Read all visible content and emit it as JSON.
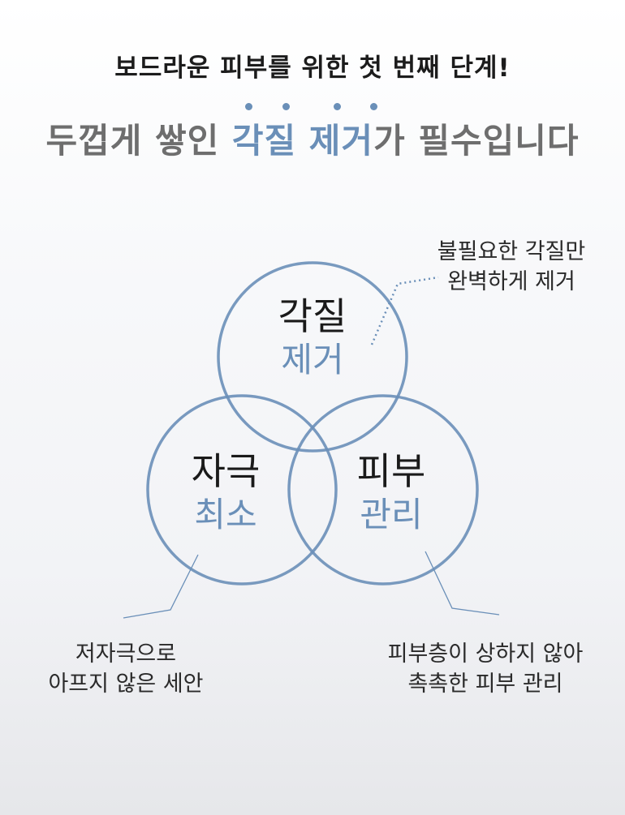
{
  "header": {
    "headline": "보드라운 피부를 위한 첫 번째 단계!",
    "title_prefix": "두껍게 쌓인 ",
    "title_highlight": "각질 제거",
    "title_suffix": "가 필수입니다"
  },
  "diagram": {
    "circles": [
      {
        "line1": "각질",
        "line2": "제거"
      },
      {
        "line1": "자극",
        "line2": "최소"
      },
      {
        "line1": "피부",
        "line2": "관리"
      }
    ],
    "notes": [
      {
        "line1": "불필요한 각질만",
        "line2": "완벽하게 제거"
      },
      {
        "line1": "저자극으로",
        "line2": "아프지 않은 세안"
      },
      {
        "line1": "피부층이 상하지 않아",
        "line2": "촉촉한 피부 관리"
      }
    ]
  },
  "colors": {
    "accent": "#6a8fb8",
    "circle_stroke": "#6a8fb8",
    "title_gray": "#6e6e6e"
  }
}
